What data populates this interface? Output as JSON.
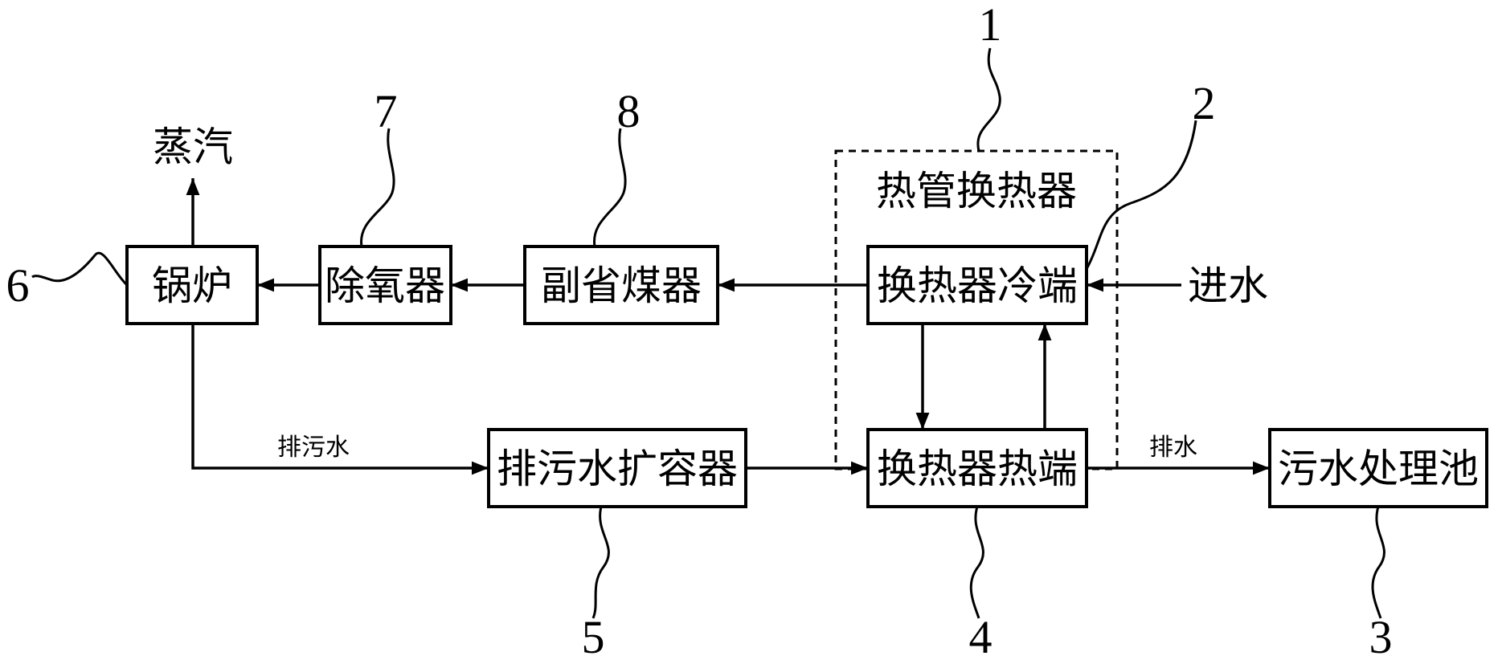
{
  "boxes": {
    "boiler": "锅炉",
    "deaerator": "除氧器",
    "economizer": "副省煤器",
    "hx_cold": "换热器冷端",
    "hx_hot": "换热器热端",
    "blowdown_tank": "排污水扩容器",
    "sewage_pool": "污水处理池"
  },
  "labels": {
    "steam": "蒸汽",
    "inlet_water": "进水",
    "heat_pipe_exchanger": "热管换热器",
    "blowdown_water": "排污水",
    "drain_water": "排水"
  },
  "numbers": {
    "n1": "1",
    "n2": "2",
    "n3": "3",
    "n4": "4",
    "n5": "5",
    "n6": "6",
    "n7": "7",
    "n8": "8"
  }
}
